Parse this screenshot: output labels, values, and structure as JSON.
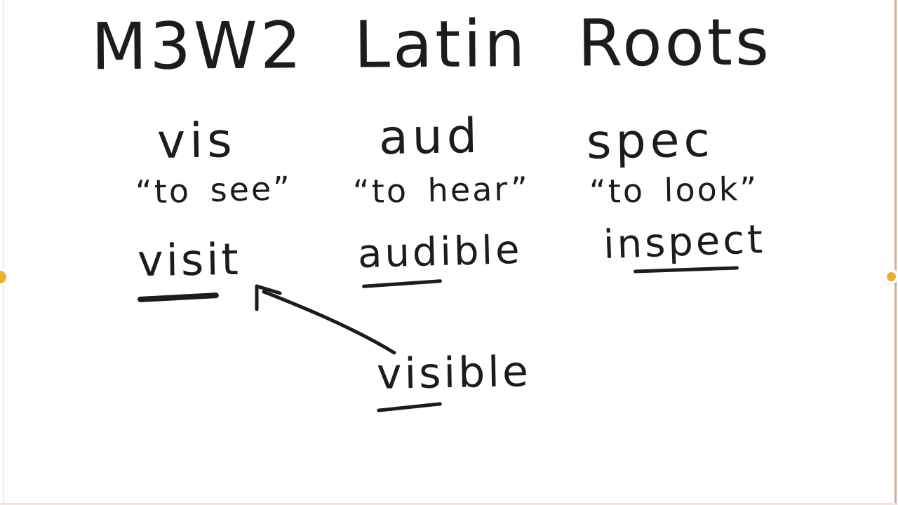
{
  "canvas": {
    "title": "M3W2 Latin Roots",
    "ink_color": "#1c1c1c",
    "background_color": "#ffffff",
    "columns": [
      {
        "root": "vis",
        "meaning": "“to see”",
        "example": "visit"
      },
      {
        "root": "aud",
        "meaning": "“to hear”",
        "example": "audible"
      },
      {
        "root": "spec",
        "meaning": "“to look”",
        "example": "inspect"
      }
    ],
    "linked_example": {
      "word": "visible",
      "annotation": {
        "type": "arrow",
        "from": "visible",
        "to": "visit"
      }
    },
    "underlined_words": [
      "visit",
      "audible",
      "inspect",
      "visible"
    ]
  },
  "page_controls": {
    "left_handle_icon": "page-turn-handle-left",
    "right_handle_icon": "page-turn-handle-right",
    "handle_color": "#eab12c",
    "right_edge_color": "#d8ab8e",
    "left_edge_color": "#f0edd6",
    "bottom_edge_color": "#f7e3de"
  }
}
